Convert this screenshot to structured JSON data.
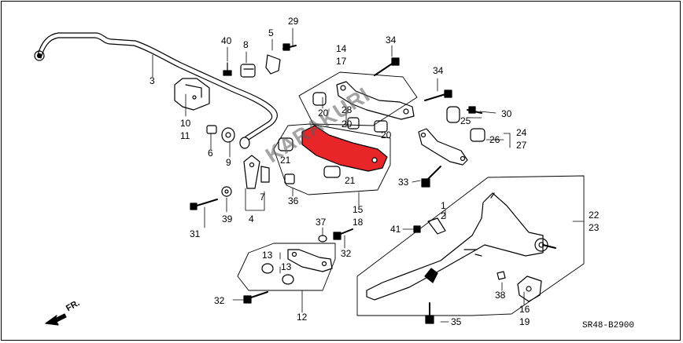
{
  "diagram": {
    "code": "SR48-B2900",
    "watermark": "KARAKURI",
    "direction_label": "FR.",
    "highlight_color": "#e8262a",
    "labels": {
      "l1": "1",
      "l2": "2",
      "l3": "3",
      "l4": "4",
      "l6": "6",
      "l7": "7",
      "l8": "8",
      "l9": "9",
      "l10": "10",
      "l11": "11",
      "l12": "12",
      "l13a": "13",
      "l13b": "13",
      "l14": "14",
      "l15": "15",
      "l16": "16",
      "l17": "17",
      "l18": "18",
      "l19": "19",
      "l20a": "20",
      "l20b": "20",
      "l21a": "21",
      "l21b": "21",
      "l22": "22",
      "l23": "23",
      "l24": "24",
      "l25": "25",
      "l26": "26",
      "l27": "27",
      "l28": "28",
      "l29": "29",
      "l30": "30",
      "l31": "31",
      "l32a": "32",
      "l32b": "32",
      "l33": "33",
      "l34a": "34",
      "l34b": "34",
      "l35": "35",
      "l36": "36",
      "l37": "37",
      "l38": "38",
      "l39": "39",
      "l40": "40",
      "l41": "41",
      "l5": "5"
    }
  }
}
